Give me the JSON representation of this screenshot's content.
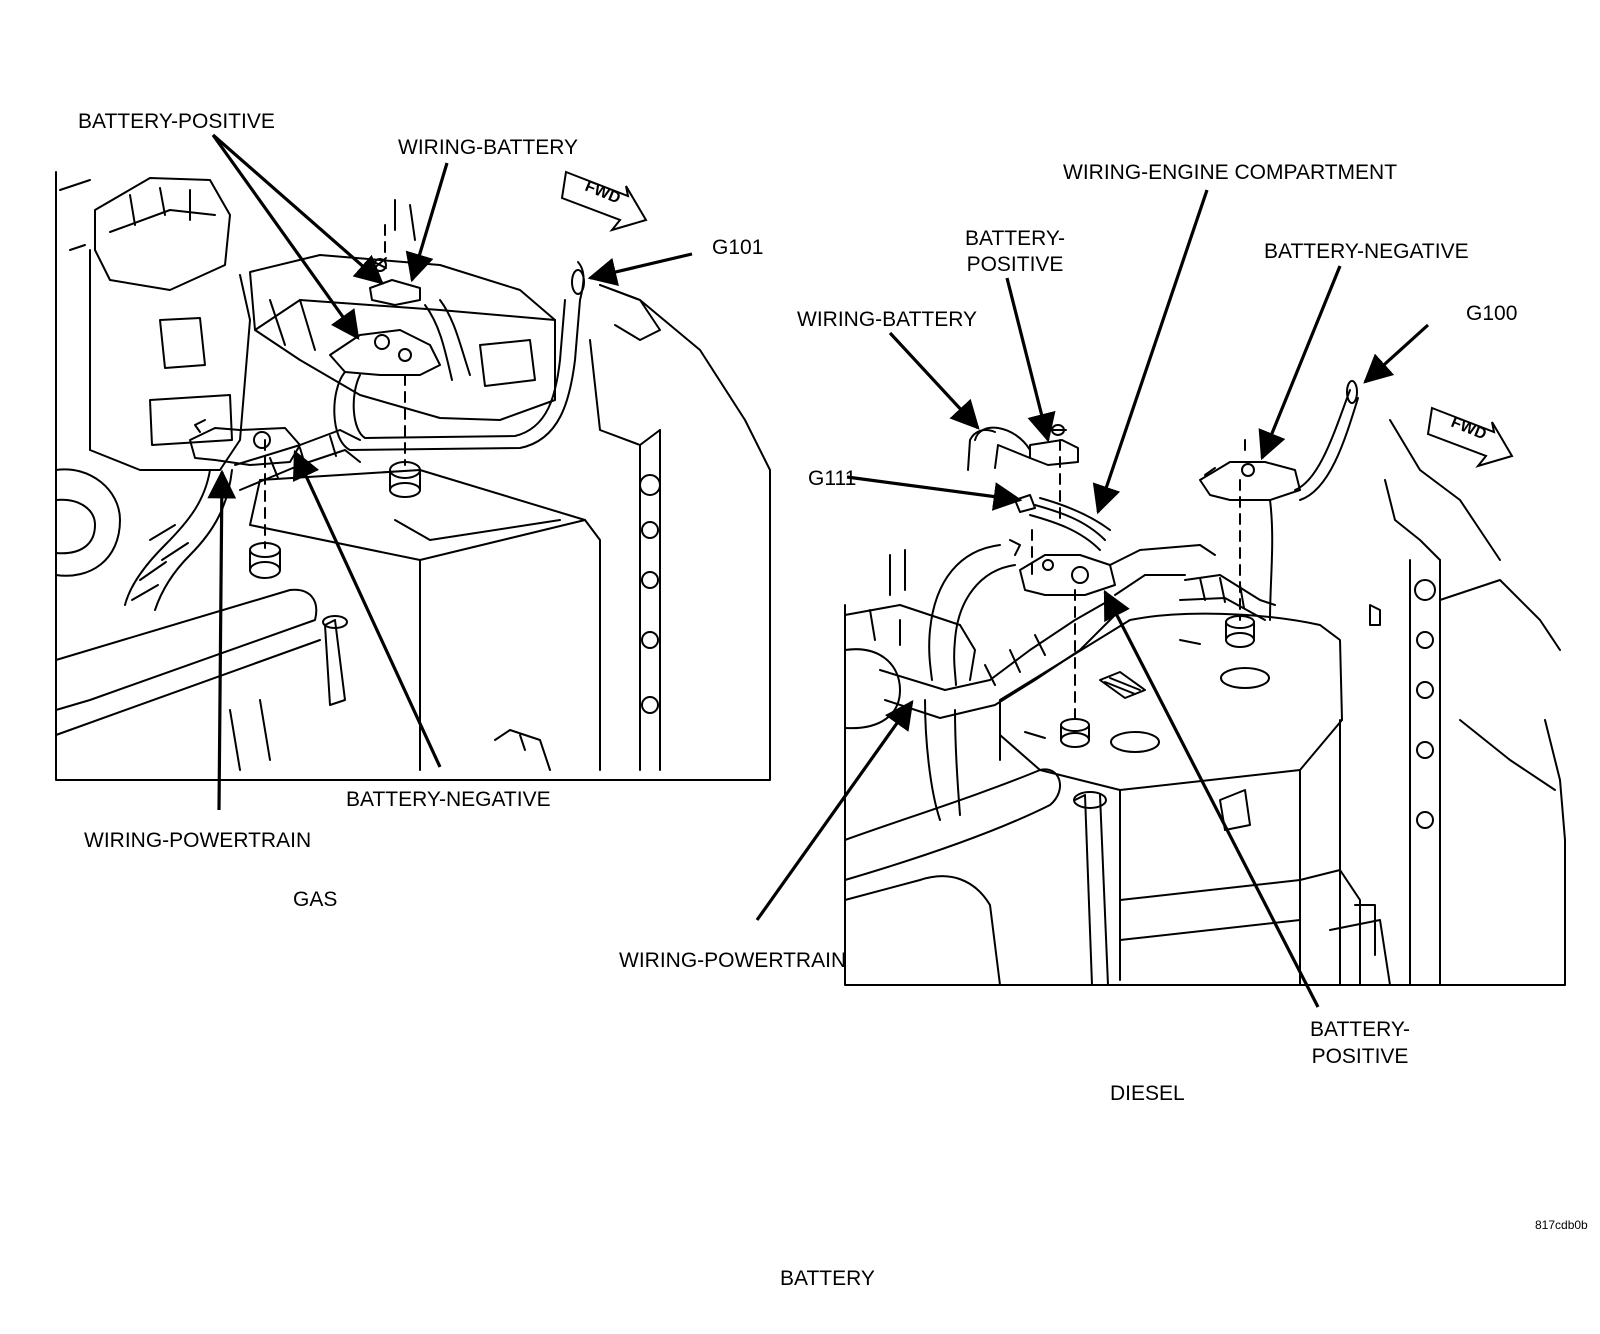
{
  "page": {
    "title": "BATTERY",
    "ref_code": "817cdb0b"
  },
  "gas": {
    "caption": "GAS",
    "fwd": "FWD",
    "labels": {
      "battery_positive": "BATTERY-POSITIVE",
      "wiring_battery": "WIRING-BATTERY",
      "g101": "G101",
      "battery_negative": "BATTERY-NEGATIVE",
      "wiring_powertrain": "WIRING-POWERTRAIN"
    }
  },
  "diesel": {
    "caption": "DIESEL",
    "fwd": "FWD",
    "labels": {
      "wiring_engine_compartment": "WIRING-ENGINE COMPARTMENT",
      "battery_positive_top_1": "BATTERY-",
      "battery_positive_top_2": "POSITIVE",
      "battery_negative": "BATTERY-NEGATIVE",
      "g100": "G100",
      "wiring_battery": "WIRING-BATTERY",
      "g111": "G111",
      "wiring_powertrain": "WIRING-POWERTRAIN",
      "battery_positive_bottom_1": "BATTERY-",
      "battery_positive_bottom_2": "POSITIVE"
    }
  }
}
